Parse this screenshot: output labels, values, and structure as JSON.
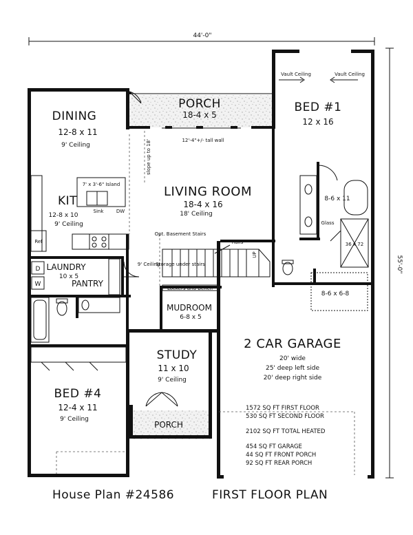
{
  "overall": {
    "width": "44'-0\"",
    "depth": "55'-0\""
  },
  "rooms": {
    "porch_rear": {
      "name": "PORCH",
      "dim": "18-4 x 5"
    },
    "wall_note": "12'-4\"+/- tall wall",
    "slope_note": "slope up to 18'",
    "dining": {
      "name": "DINING",
      "dim": "12-8 x 11",
      "ceiling": "9' Ceiling"
    },
    "bed1": {
      "name": "BED #1",
      "dim": "12 x 16"
    },
    "vault_left": "Vault Ceiling",
    "vault_right": "Vault Ceiling",
    "island": "7' x 3'-6\" Island",
    "kit": {
      "name": "KIT",
      "dim": "12-8 x 10",
      "ceiling": "9' Ceiling"
    },
    "sink": "Sink",
    "dw": "DW",
    "ref": "Ref",
    "living": {
      "name": "LIVING ROOM",
      "dim": "18-4 x 16",
      "ceiling": "18' Ceiling"
    },
    "bath1": {
      "dim": "8-6 x 11"
    },
    "glass": "Glass",
    "shower": "36 x 72",
    "basement": "Opt. Basement Stairs",
    "rails": "Rails",
    "storage": "Storage under stairs",
    "ceiling9": "9' Ceiling",
    "up": "UP",
    "laundry": {
      "name": "LAUNDRY",
      "dim": "10 x 5",
      "extra": "PANTRY"
    },
    "dryer": "D",
    "washer": "W",
    "lockers": "Lockers and Bench",
    "mudroom": {
      "name": "MUDROOM",
      "dim": "6-8 x 5"
    },
    "closet1": {
      "dim": "8-6 x 6-8"
    },
    "study": {
      "name": "STUDY",
      "dim": "11 x 10",
      "ceiling": "9' Ceiling"
    },
    "garage": {
      "name": "2 CAR GARAGE",
      "line1": "20' wide",
      "line2": "25' deep left side",
      "line3": "20' deep right side"
    },
    "bed4": {
      "name": "BED #4",
      "dim": "12-4 x 11",
      "ceiling": "9' Ceiling"
    },
    "porch_front": {
      "name": "PORCH"
    }
  },
  "stats": [
    "1572 SQ FT FIRST FLOOR",
    "530 SQ FT SECOND FLOOR",
    "2102 SQ FT TOTAL HEATED",
    "454 SQ FT GARAGE",
    "44 SQ FT FRONT PORCH",
    "92 SQ FT REAR PORCH"
  ],
  "caption": {
    "plan_number": "House Plan #24586",
    "title": "FIRST FLOOR PLAN"
  }
}
